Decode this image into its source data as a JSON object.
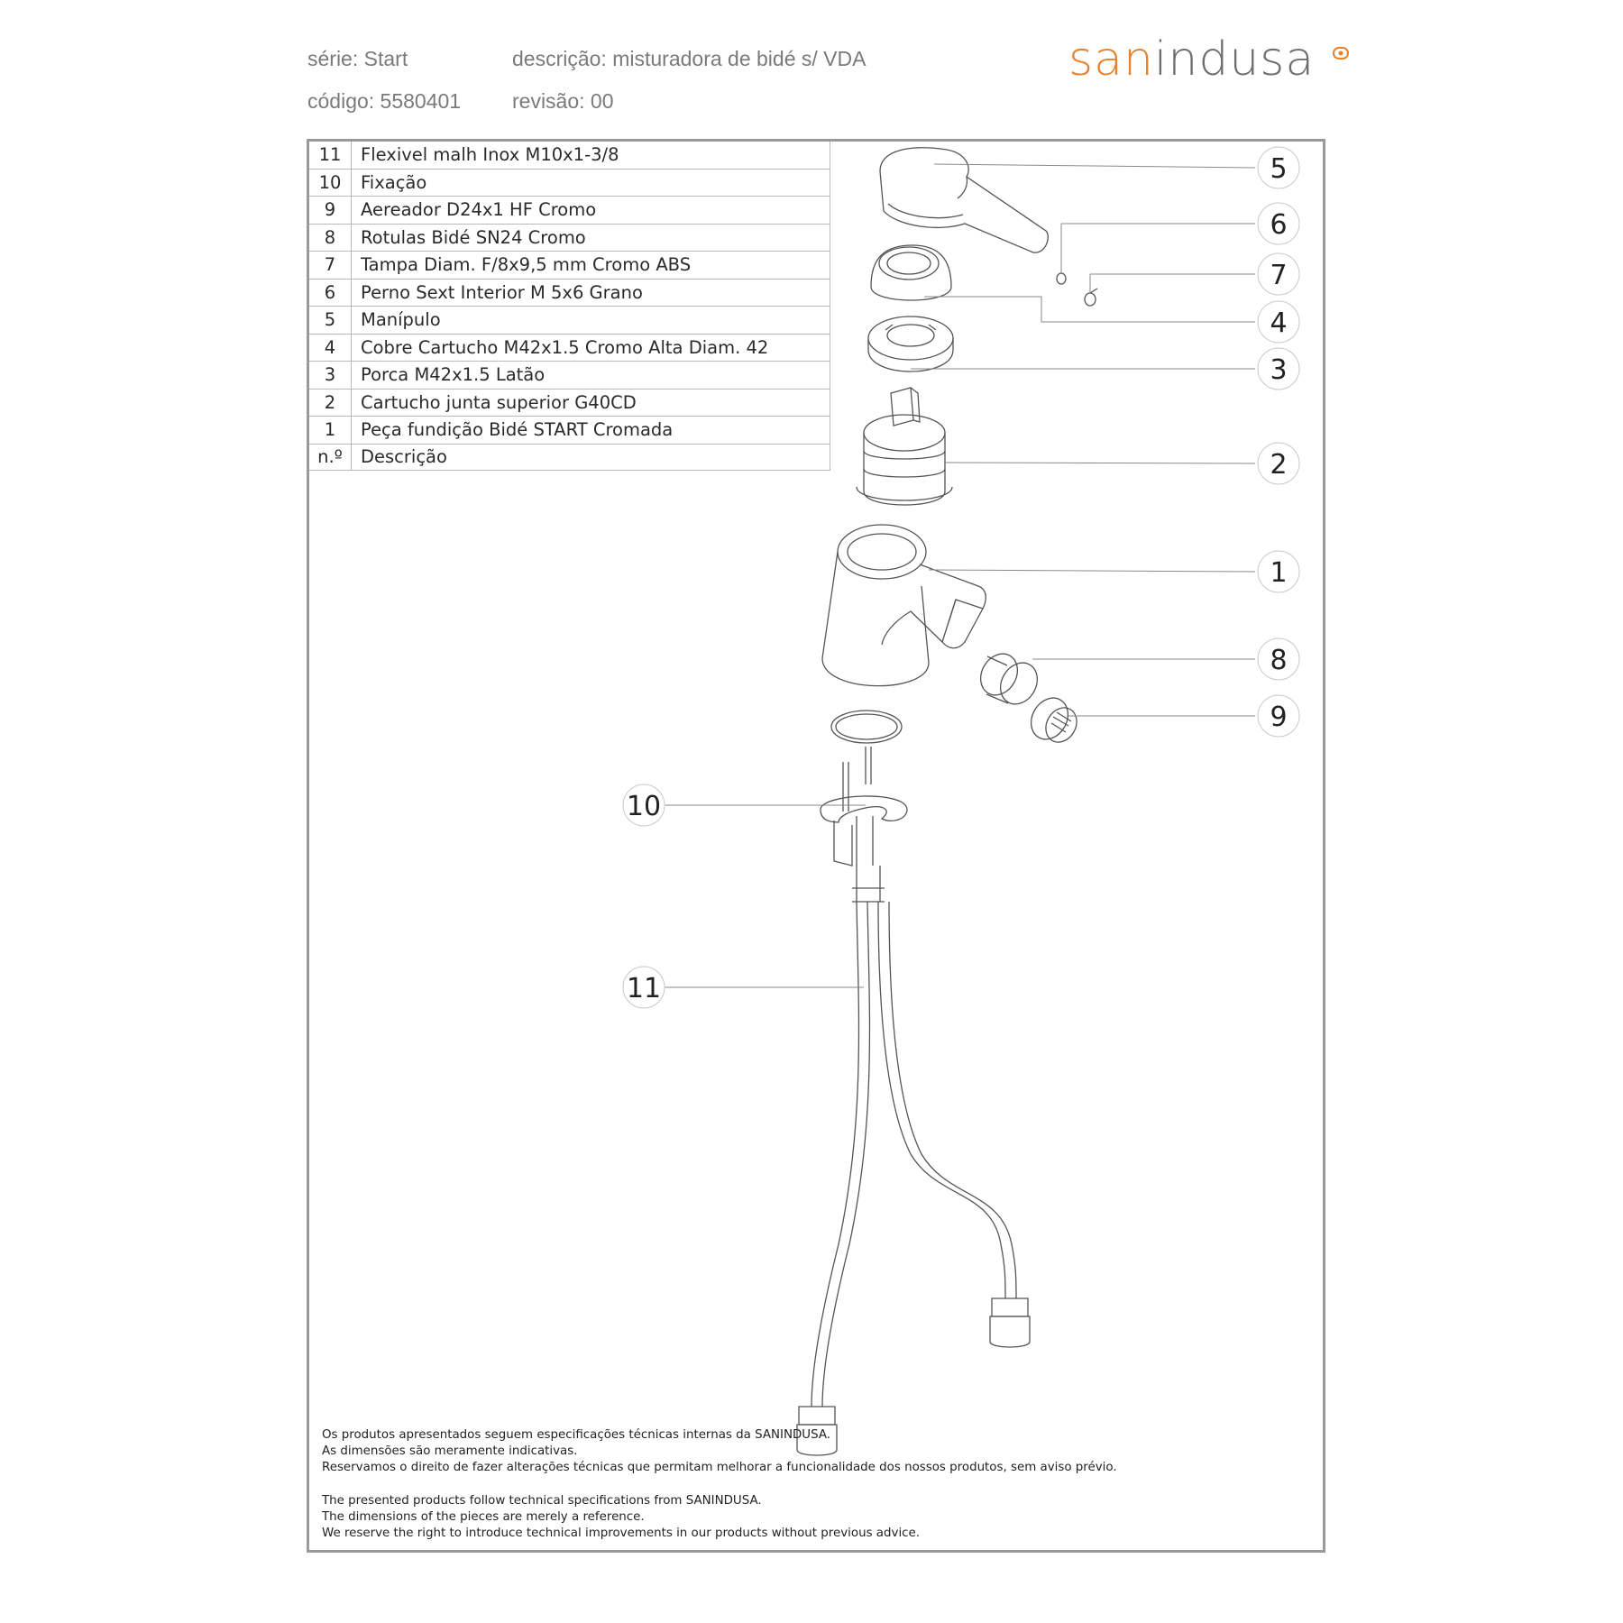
{
  "header": {
    "serie": "série: Start",
    "codigo": "código: 5580401",
    "descricao": "descrição: misturadora de bidé s/ VDA",
    "revisao": "revisão: 00"
  },
  "logo": {
    "part_orange": "san",
    "part_gray": "indusa",
    "colors": {
      "orange": "#e8822a",
      "gray": "#6e6e6e"
    }
  },
  "parts_table": {
    "rows": [
      {
        "n": "11",
        "desc": "Flexivel malh Inox M10x1-3/8"
      },
      {
        "n": "10",
        "desc": "Fixação"
      },
      {
        "n": "9",
        "desc": "Aereador D24x1 HF Cromo"
      },
      {
        "n": "8",
        "desc": "Rotulas Bidé SN24 Cromo"
      },
      {
        "n": "7",
        "desc": "Tampa Diam. F/8x9,5 mm Cromo ABS"
      },
      {
        "n": "6",
        "desc": "Perno Sext Interior M 5x6 Grano"
      },
      {
        "n": "5",
        "desc": "Manípulo"
      },
      {
        "n": "4",
        "desc": "Cobre Cartucho M42x1.5 Cromo Alta Diam. 42"
      },
      {
        "n": "3",
        "desc": "Porca M42x1.5 Latão"
      },
      {
        "n": "2",
        "desc": "Cartucho junta superior G40CD"
      },
      {
        "n": "1",
        "desc": "Peça fundição Bidé START Cromada"
      }
    ],
    "head": {
      "n": "n.º",
      "desc": "Descrição"
    }
  },
  "callouts": [
    "5",
    "6",
    "7",
    "4",
    "3",
    "2",
    "1",
    "8",
    "9",
    "10",
    "11"
  ],
  "disclaimer_pt": [
    "Os produtos apresentados seguem especificações técnicas internas da SANINDUSA.",
    "As dimensões são meramente indicativas.",
    "Reservamos o direito de fazer alterações técnicas que permitam melhorar a funcionalidade dos nossos produtos, sem aviso prévio."
  ],
  "disclaimer_en": [
    "The presented products follow technical specifications from SANINDUSA.",
    "The dimensions of the pieces are merely a reference.",
    "We reserve the right to introduce technical improvements in our products without previous advice."
  ]
}
